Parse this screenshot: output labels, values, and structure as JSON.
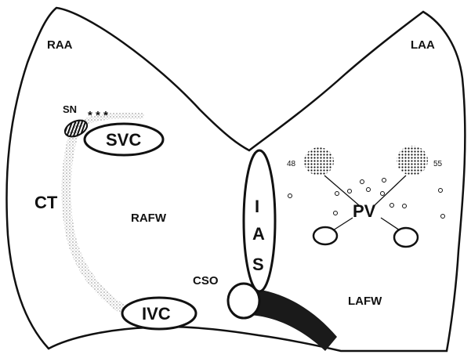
{
  "labels": {
    "raa": "RAA",
    "laa": "LAA",
    "sn": "SN",
    "stars": "* * *",
    "svc": "SVC",
    "ct": "CT",
    "rafw": "RAFW",
    "ivc": "IVC",
    "cso": "CSO",
    "ias_i": "I",
    "ias_a": "A",
    "ias_s": "S",
    "pv": "PV",
    "num_left": "48",
    "num_right": "55",
    "lafw": "LAFW"
  },
  "colors": {
    "outline": "#111111",
    "stipple": "#9a9a9a",
    "sinus": "#1a1a1a"
  }
}
